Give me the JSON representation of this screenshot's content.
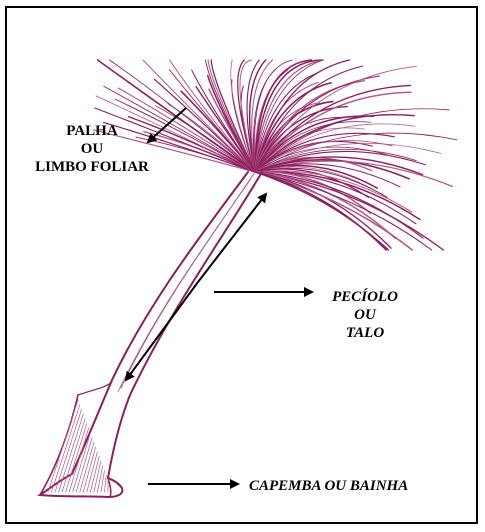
{
  "labels": {
    "palha": [
      "PALHA",
      "OU",
      "LIMBO FOLIAR"
    ],
    "peciolo": [
      "PECÍOLO",
      "OU",
      "TALO"
    ],
    "capemba": "CAPEMBA OU BAINHA"
  },
  "colors": {
    "plant": "#8b1f5e",
    "plant_light": "#b05a8c",
    "ink": "#000000",
    "frame": "#000000",
    "background": "#ffffff"
  }
}
